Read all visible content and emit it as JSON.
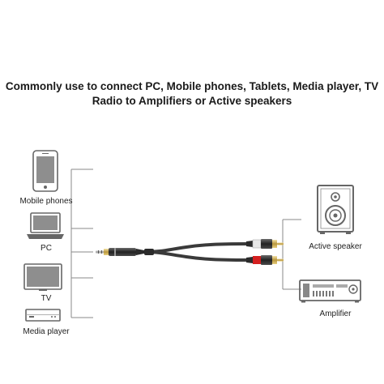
{
  "title": {
    "line1": "Commonly use to connect PC, Mobile phones, Tablets, Media player, TV",
    "line2": "Radio to Amplifiers or Active speakers"
  },
  "sources": [
    {
      "label": "Mobile phones",
      "icon": "smartphone-icon"
    },
    {
      "label": "PC",
      "icon": "laptop-icon"
    },
    {
      "label": "TV",
      "icon": "monitor-icon"
    },
    {
      "label": "Media player",
      "icon": "media-player-icon"
    }
  ],
  "outputs": [
    {
      "label": "Active speaker",
      "icon": "speaker-icon"
    },
    {
      "label": "Amplifier",
      "icon": "amplifier-icon"
    }
  ],
  "cable": {
    "left_plug": "3.5mm stereo jack",
    "right_plugs": [
      "RCA white",
      "RCA red"
    ],
    "colors": {
      "white_rca": "#e8e8e8",
      "red_rca": "#d42020",
      "cable": "#3a3a3a",
      "metal": "#c9c9c9"
    }
  }
}
